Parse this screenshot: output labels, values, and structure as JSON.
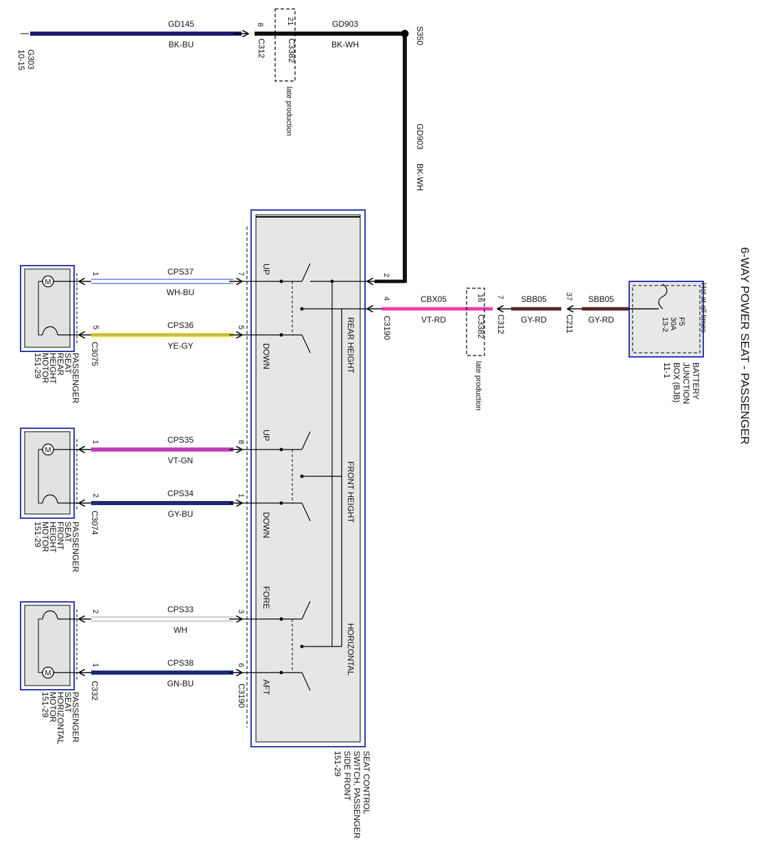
{
  "title": "6-WAY POWER SEAT - PASSENGER",
  "ground": {
    "id": "G303",
    "ref": "10-15",
    "circuit": "GD145",
    "color": "BK-BU",
    "pin_c312": "8",
    "conn_c312": "C312",
    "pin_c3382": "21",
    "conn_c3382": "C3382",
    "late_note": "late production",
    "circuit2": "GD903",
    "color2": "BK-WH",
    "splice": "S350",
    "vert_circuit": "GD903",
    "vert_color": "BK-WH"
  },
  "power": {
    "hot_note": "Hot at all times",
    "fuse": "F5",
    "rating": "30A",
    "fuse_ref": "13-2",
    "bjb_lines": [
      "BATTERY",
      "JUNCTION",
      "BOX (BJB)",
      "11-1"
    ],
    "sbb1_circuit": "SBB05",
    "sbb1_color": "GY-RD",
    "c211_pin": "37",
    "c211": "C211",
    "sbb2_circuit": "SBB05",
    "sbb2_color": "GY-RD",
    "c312_pin": "7",
    "c312": "C312",
    "c3382_pin": "16",
    "c3382": "C3382",
    "late_note": "late production",
    "cbx_circuit": "CBX05",
    "cbx_color": "VT-RD",
    "c3190_pin": "4",
    "c3190": "C3190",
    "gnd_pin": "2"
  },
  "switch": {
    "sections": [
      "REAR HEIGHT",
      "FRONT HEIGHT",
      "HORIZONTAL"
    ],
    "labels": [
      "UP",
      "DOWN",
      "UP",
      "DOWN",
      "FORE",
      "AFT"
    ],
    "name_lines": [
      "SEAT CONTROL",
      "SWITCH, PASSENGER",
      "SIDE FRONT",
      "151-29"
    ],
    "bottom_conn": "C3190"
  },
  "wires": [
    {
      "circuit": "CPS37",
      "color": "WH-BU",
      "motor_pin": "1",
      "switch_pin": "7"
    },
    {
      "circuit": "CPS36",
      "color": "YE-GY",
      "motor_pin": "5",
      "switch_pin": "5"
    },
    {
      "circuit": "CPS35",
      "color": "VT-GN",
      "motor_pin": "1",
      "switch_pin": "8"
    },
    {
      "circuit": "CPS34",
      "color": "GY-BU",
      "motor_pin": "2",
      "switch_pin": "1"
    },
    {
      "circuit": "CPS33",
      "color": "WH",
      "motor_pin": "2",
      "switch_pin": "3"
    },
    {
      "circuit": "CPS38",
      "color": "GN-BU",
      "motor_pin": "1",
      "switch_pin": "6"
    }
  ],
  "motors": [
    {
      "conn": "C3075",
      "name_lines": [
        "PASSENGER",
        "SEAT",
        "REAR",
        "HEIGHT",
        "MOTOR",
        "151-29"
      ]
    },
    {
      "conn": "C3074",
      "name_lines": [
        "PASSENGER",
        "SEAT",
        "FRONT",
        "HEIGHT",
        "MOTOR",
        "151-29"
      ]
    },
    {
      "conn": "C332",
      "name_lines": [
        "PASSENGER",
        "SEAT",
        "HORIZONTAL",
        "MOTOR",
        "151-29"
      ]
    }
  ],
  "motor_symbol": "M",
  "colors": {
    "bk_bu": "#1a1a6e",
    "bk_wh": "#111111",
    "vt_rd": "#e83ea8",
    "gy_rd": "#5a2222",
    "wh_bu": "#8aa4e0",
    "ye_gy": "#e6d62a",
    "vt_gn": "#c03cb8",
    "gy_bu": "#1c2a78",
    "wh": "#9a9a9a",
    "gn_bu": "#1c2a78",
    "component_blue": "#2a3ab0"
  }
}
